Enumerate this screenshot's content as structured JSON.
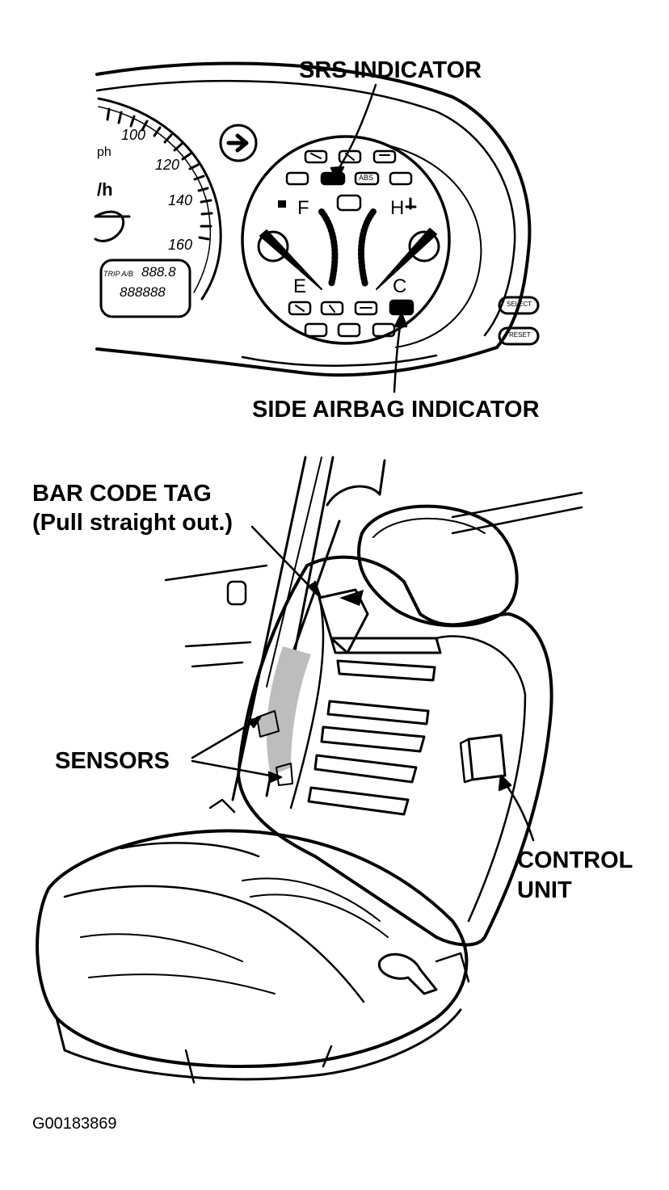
{
  "labels": {
    "srs_indicator": "SRS INDICATOR",
    "side_airbag_indicator": "SIDE AIRBAG INDICATOR",
    "bar_code_tag_line1": "BAR CODE TAG",
    "bar_code_tag_line2": "(Pull straight out.)",
    "sensors": "SENSORS",
    "control_unit_line1": "CONTROL",
    "control_unit_line2": "UNIT"
  },
  "cluster": {
    "speed_ticks": [
      "100",
      "120",
      "140",
      "160"
    ],
    "unit_fragment_1": "ph",
    "unit_fragment_2": "/h",
    "trip_label": "TRIP A/B",
    "trip_value": "888.8",
    "odometer_value": "888888",
    "fuel_full": "F",
    "fuel_empty": "E",
    "temp_hot": "H",
    "temp_cold": "C",
    "abs_lamp": "ABS",
    "select_button": "SELECT",
    "reset_button": "RESET"
  },
  "figure_code": "G00183869",
  "colors": {
    "ink": "#000000",
    "paper": "#ffffff",
    "shade": "#bdbdbd"
  }
}
